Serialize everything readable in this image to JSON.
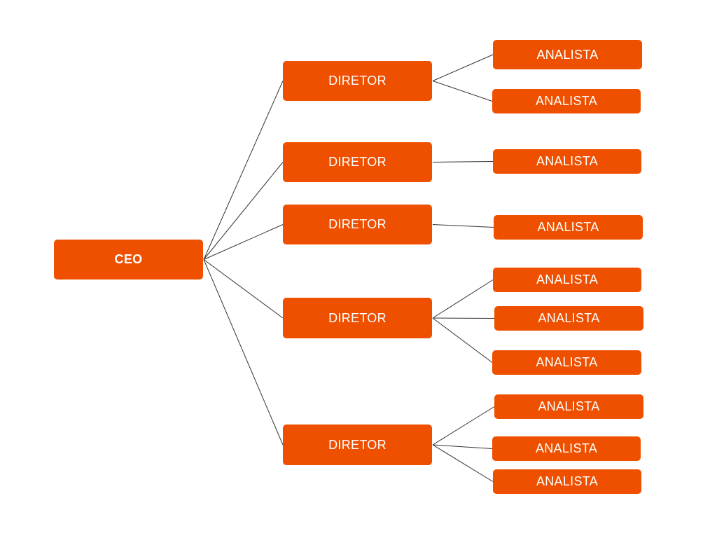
{
  "colors": {
    "node_fill": "#EE5000",
    "node_text": "#FFFFFF",
    "connector": "#333333",
    "background": "#FFFFFF"
  },
  "org_chart": {
    "root": {
      "label": "CEO",
      "children": [
        {
          "label": "DIRETOR",
          "children": [
            {
              "label": "ANALISTA"
            },
            {
              "label": "ANALISTA"
            }
          ]
        },
        {
          "label": "DIRETOR",
          "children": [
            {
              "label": "ANALISTA"
            }
          ]
        },
        {
          "label": "DIRETOR",
          "children": [
            {
              "label": "ANALISTA"
            }
          ]
        },
        {
          "label": "DIRETOR",
          "children": [
            {
              "label": "ANALISTA"
            },
            {
              "label": "ANALISTA"
            },
            {
              "label": "ANALISTA"
            }
          ]
        },
        {
          "label": "DIRETOR",
          "children": [
            {
              "label": "ANALISTA"
            },
            {
              "label": "ANALISTA"
            },
            {
              "label": "ANALISTA"
            }
          ]
        }
      ]
    }
  }
}
